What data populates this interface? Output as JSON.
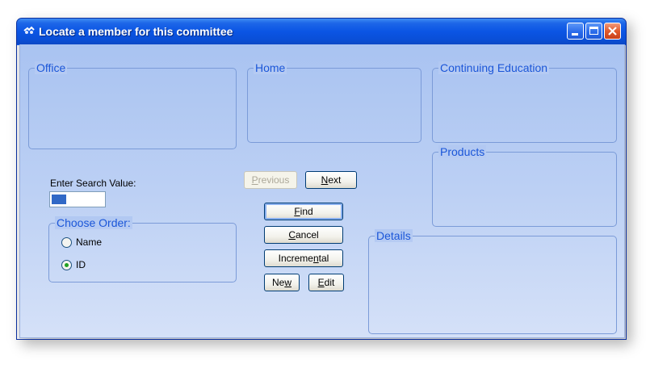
{
  "window": {
    "title": "Locate a member for this committee"
  },
  "groups": {
    "office": "Office",
    "home": "Home",
    "continuing_education": "Continuing Education",
    "products": "Products",
    "details": "Details",
    "choose_order": "Choose Order:"
  },
  "search": {
    "label": "Enter Search Value:",
    "value": ""
  },
  "order": {
    "name_label": "Name",
    "id_label": "ID",
    "selected": "ID"
  },
  "buttons": {
    "previous": {
      "pre": "",
      "key": "P",
      "post": "revious"
    },
    "next": {
      "pre": "",
      "key": "N",
      "post": "ext"
    },
    "find": {
      "pre": "",
      "key": "F",
      "post": "ind"
    },
    "cancel": {
      "pre": "",
      "key": "C",
      "post": "ancel"
    },
    "incremental": {
      "pre": "Increme",
      "key": "n",
      "post": "tal"
    },
    "new": {
      "pre": "Ne",
      "key": "w",
      "post": ""
    },
    "edit": {
      "pre": "",
      "key": "E",
      "post": "dit"
    }
  },
  "icons": {
    "app": "app-icon",
    "minimize": "minimize-icon",
    "maximize": "maximize-icon",
    "close": "close-icon"
  }
}
